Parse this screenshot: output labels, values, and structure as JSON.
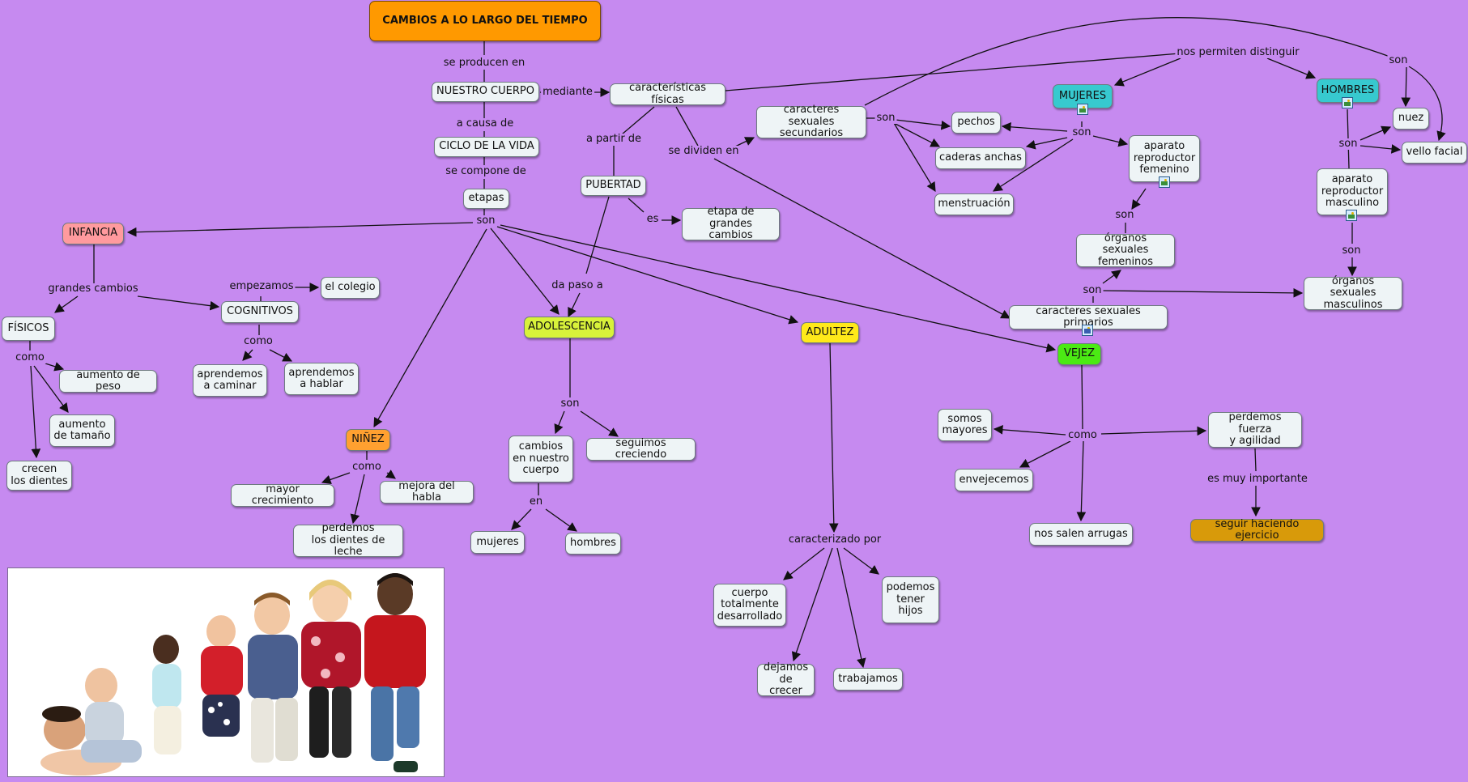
{
  "colors": {
    "background": "#c68af0",
    "title": "#ff9900",
    "infancia": "#ff9a9e",
    "ninez": "#ffa030",
    "adolescencia": "#d8f23a",
    "adultez": "#ffe91a",
    "vejez": "#4bea14",
    "sexes": "#37c9cf",
    "ejercicio": "#d89a0a"
  },
  "nodes": {
    "title": "CAMBIOS A LO LARGO DEL TIEMPO",
    "nuestro_cuerpo": "NUESTRO CUERPO",
    "ciclo": "CICLO DE LA VIDA",
    "etapas": "etapas",
    "caracteristicas": "características físicas",
    "pubertad": "PUBERTAD",
    "etapa_grandes": "etapa de grandes\ncambios",
    "secundarios": "caracteres sexuales\nsecundarios",
    "pechos": "pechos",
    "caderas": "caderas anchas",
    "menstruacion": "menstruación",
    "mujeres": "MUJERES",
    "aparato_fem": "aparato\nreproductor\nfemenino",
    "organos_fem": "órganos sexuales\nfemeninos",
    "primarios": "caracteres sexuales primarios",
    "hombres_sex": "HOMBRES",
    "nuez": "nuez",
    "vello": "vello facial",
    "aparato_masc": "aparato\nreproductor\nmasculino",
    "organos_masc": "órganos sexuales\nmasculinos",
    "infancia": "INFANCIA",
    "fisicos": "FÍSICOS",
    "cognitivos": "COGNITIVOS",
    "colegio": "el colegio",
    "peso": "aumento de peso",
    "tamano": "aumento\nde tamaño",
    "dientes": "crecen\nlos dientes",
    "caminar": "aprendemos\na caminar",
    "hablar": "aprendemos\na hablar",
    "ninez": "NIÑEZ",
    "mayor_crec": "mayor crecimiento",
    "mejora_habla": "mejora del habla",
    "leche": "perdemos\nlos dientes de leche",
    "adolescencia": "ADOLESCENCIA",
    "cambios_cuerpo": "cambios\nen nuestro\ncuerpo",
    "seguimos": "seguimos creciendo",
    "mujeres_ad": "mujeres",
    "hombres_ad": "hombres",
    "adultez": "ADULTEZ",
    "desarrollado": "cuerpo\ntotalmente\ndesarrollado",
    "hijos": "podemos\ntener\nhijos",
    "dejamos": "dejamos\nde crecer",
    "trabajamos": "trabajamos",
    "vejez": "VEJEZ",
    "somos_mayores": "somos\nmayores",
    "fuerza": "perdemos fuerza\ny agilidad",
    "envejecemos": "envejecemos",
    "arrugas": "nos salen arrugas",
    "ejercicio": "seguir haciendo ejercicio"
  },
  "links": {
    "se_producen": "se producen en",
    "mediante": "mediante",
    "a_causa": "a causa de",
    "se_compone": "se compone de",
    "son_etapas": "son",
    "a_partir": "a partir de",
    "se_dividen": "se dividen en",
    "es": "es",
    "da_paso": "da paso a",
    "son_sec": "son",
    "son_muj": "son",
    "son_fem": "son",
    "son_prim": "son",
    "nos_permiten": "nos permiten distinguir",
    "son_hom_top": "son",
    "son_hom": "son",
    "son_masc": "son",
    "grandes_cambios": "grandes cambios",
    "empezamos": "empezamos",
    "como_fis": "como",
    "como_cog": "como",
    "como_nin": "como",
    "son_ado": "son",
    "en_ado": "en",
    "caracterizado": "caracterizado por",
    "como_vej": "como",
    "muy_importante": "es muy importante"
  }
}
